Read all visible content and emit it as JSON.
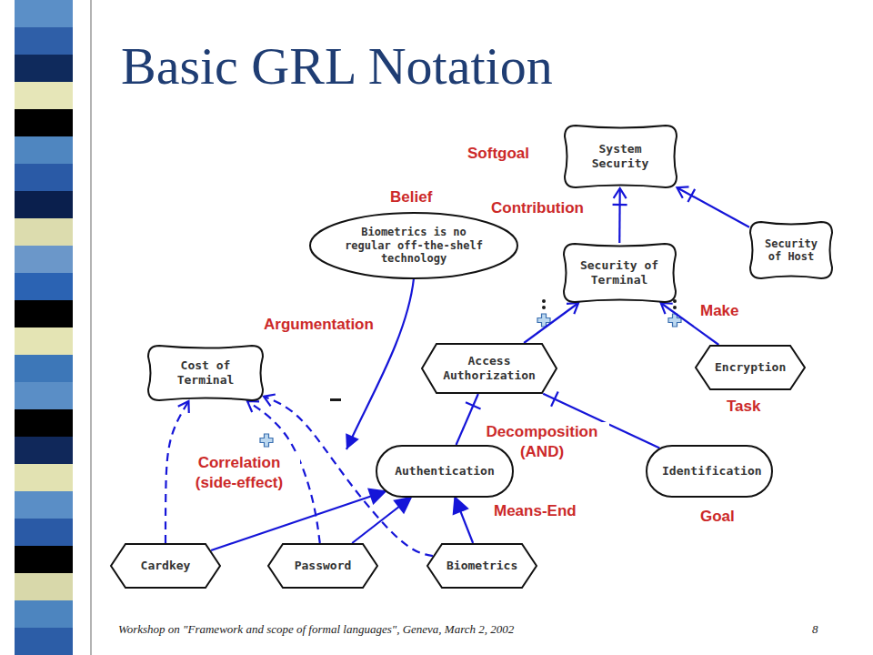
{
  "diagram": {
    "title": "Basic GRL Notation",
    "nodes": [
      {
        "text": [
          "System Security"
        ]
      },
      {
        "text": [
          "Biometrics is no regular off-the-shelf technology"
        ]
      },
      {
        "text": [
          "Security of Host"
        ]
      },
      {
        "text": [
          "Security of Terminal"
        ]
      },
      {
        "text": [
          "Cost of Terminal"
        ]
      },
      {
        "text": [
          "Access Authorization"
        ]
      },
      {
        "text": [
          "Encryption"
        ]
      },
      {
        "text": [
          "Authentication"
        ]
      },
      {
        "text": [
          "Identification"
        ]
      },
      {
        "text": [
          "Cardkey"
        ]
      },
      {
        "text": [
          "Password"
        ]
      },
      {
        "text": [
          "Biometrics"
        ]
      }
    ],
    "edges": [
      {
        "from": 3,
        "to": 0,
        "arrow": "to"
      },
      {
        "from": 2,
        "to": 0,
        "arrow": "to"
      },
      {
        "from": 5,
        "to": 3,
        "arrow": "to"
      },
      {
        "from": 6,
        "to": 3,
        "arrow": "to"
      },
      {
        "from": 7,
        "to": 5,
        "arrow": "none"
      },
      {
        "from": 8,
        "to": 5,
        "arrow": "none"
      },
      {
        "from": 9,
        "to": 7,
        "arrow": "to"
      },
      {
        "from": 10,
        "to": 7,
        "arrow": "to"
      },
      {
        "from": 11,
        "to": 7,
        "arrow": "to"
      },
      {
        "from": 9,
        "to": 4,
        "arrow": "to"
      },
      {
        "from": 10,
        "to": 4,
        "arrow": "to"
      },
      {
        "from": 11,
        "to": 4,
        "arrow": "to"
      }
    ],
    "labels": [
      "Softgoal",
      "Belief",
      "Contribution",
      "Make",
      "Argumentation",
      "Task",
      "Decomposition (AND)",
      "Correlation (side-effect)",
      "Means-End",
      "Goal",
      "Workshop on \"Framework and scope of formal languages\", Geneva, March 2, 2002",
      "8"
    ]
  }
}
